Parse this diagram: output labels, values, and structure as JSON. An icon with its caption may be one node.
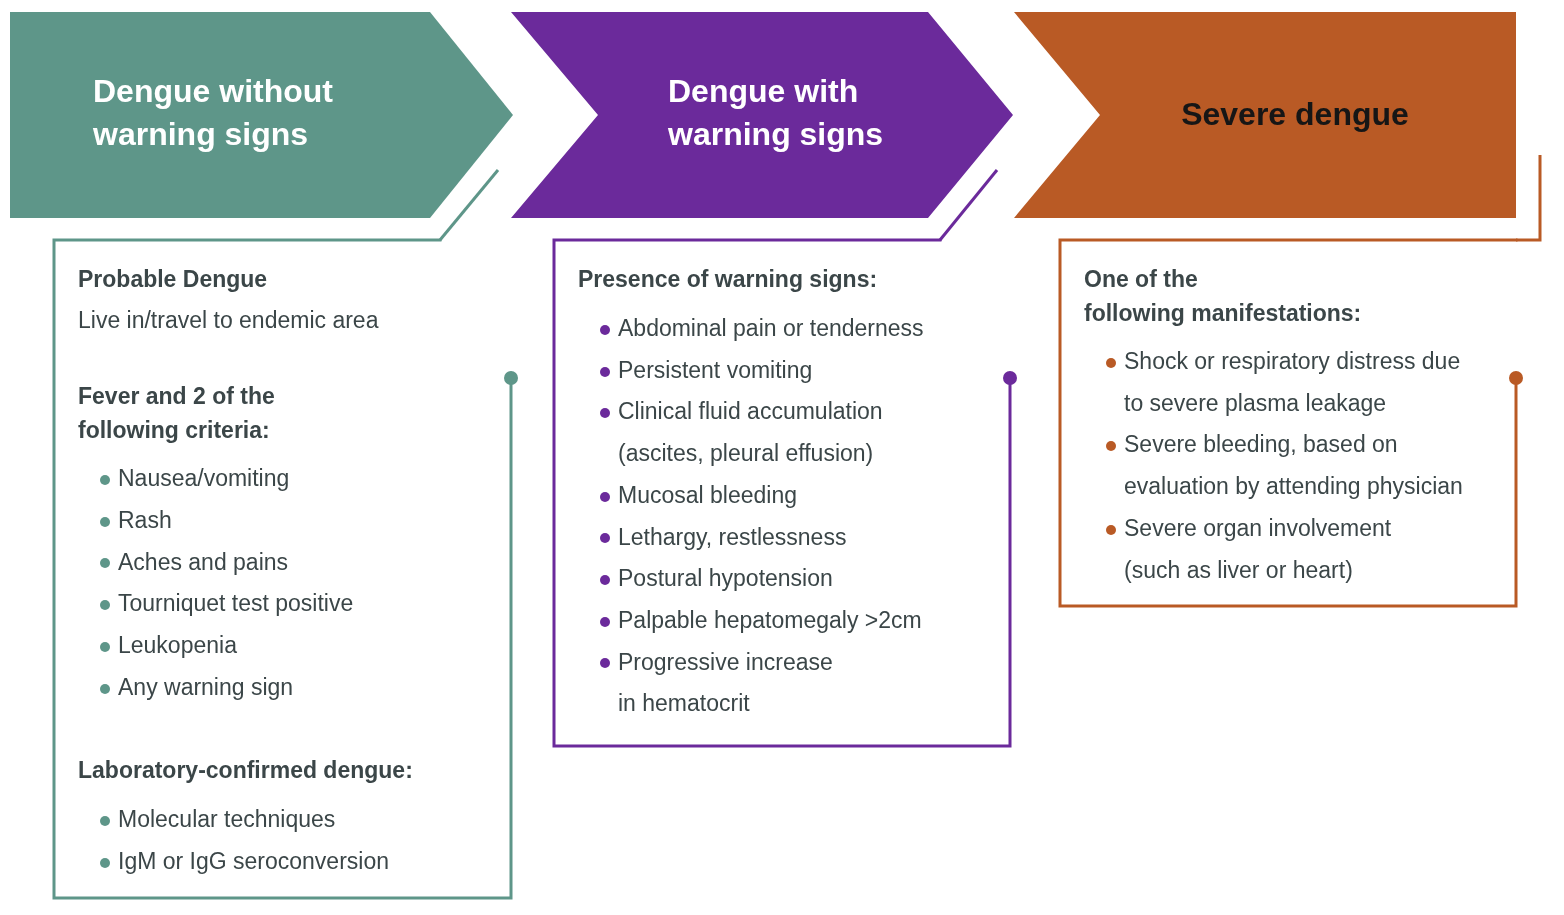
{
  "diagram": {
    "nodes": [
      {
        "text": [
          "Dengue without warning signs"
        ]
      },
      {
        "text": [
          "Dengue with warning signs"
        ]
      },
      {
        "text": [
          "Severe dengue"
        ]
      },
      {
        "text": [
          "Probable Dengue",
          "Live in/travel to endemic area",
          "Fever and 2 of the following criteria:",
          "Nausea/vomiting",
          "Rash",
          "Aches and pains",
          "Tourniquet test positive",
          "Leukopenia",
          "Any warning sign",
          "Laboratory-confirmed dengue:",
          "Molecular techniques",
          "IgM or IgG seroconversion"
        ]
      },
      {
        "text": [
          "Presence of warning signs:",
          "Abdominal pain or tenderness",
          "Persistent vomiting",
          "Clinical fluid accumulation (ascites, pleural effusion)",
          "Mucosal bleeding",
          "Lethargy, restlessness",
          "Postural hypotension",
          "Palpable hepatomegaly >2cm",
          "Progressive increase in hematocrit"
        ]
      },
      {
        "text": [
          "One of the following manifestations:",
          "Shock or respiratory distress due to severe plasma leakage",
          "Severe bleeding, based on evaluation by attending physician",
          "Severe organ involvement (such as liver or heart)"
        ]
      }
    ]
  }
}
